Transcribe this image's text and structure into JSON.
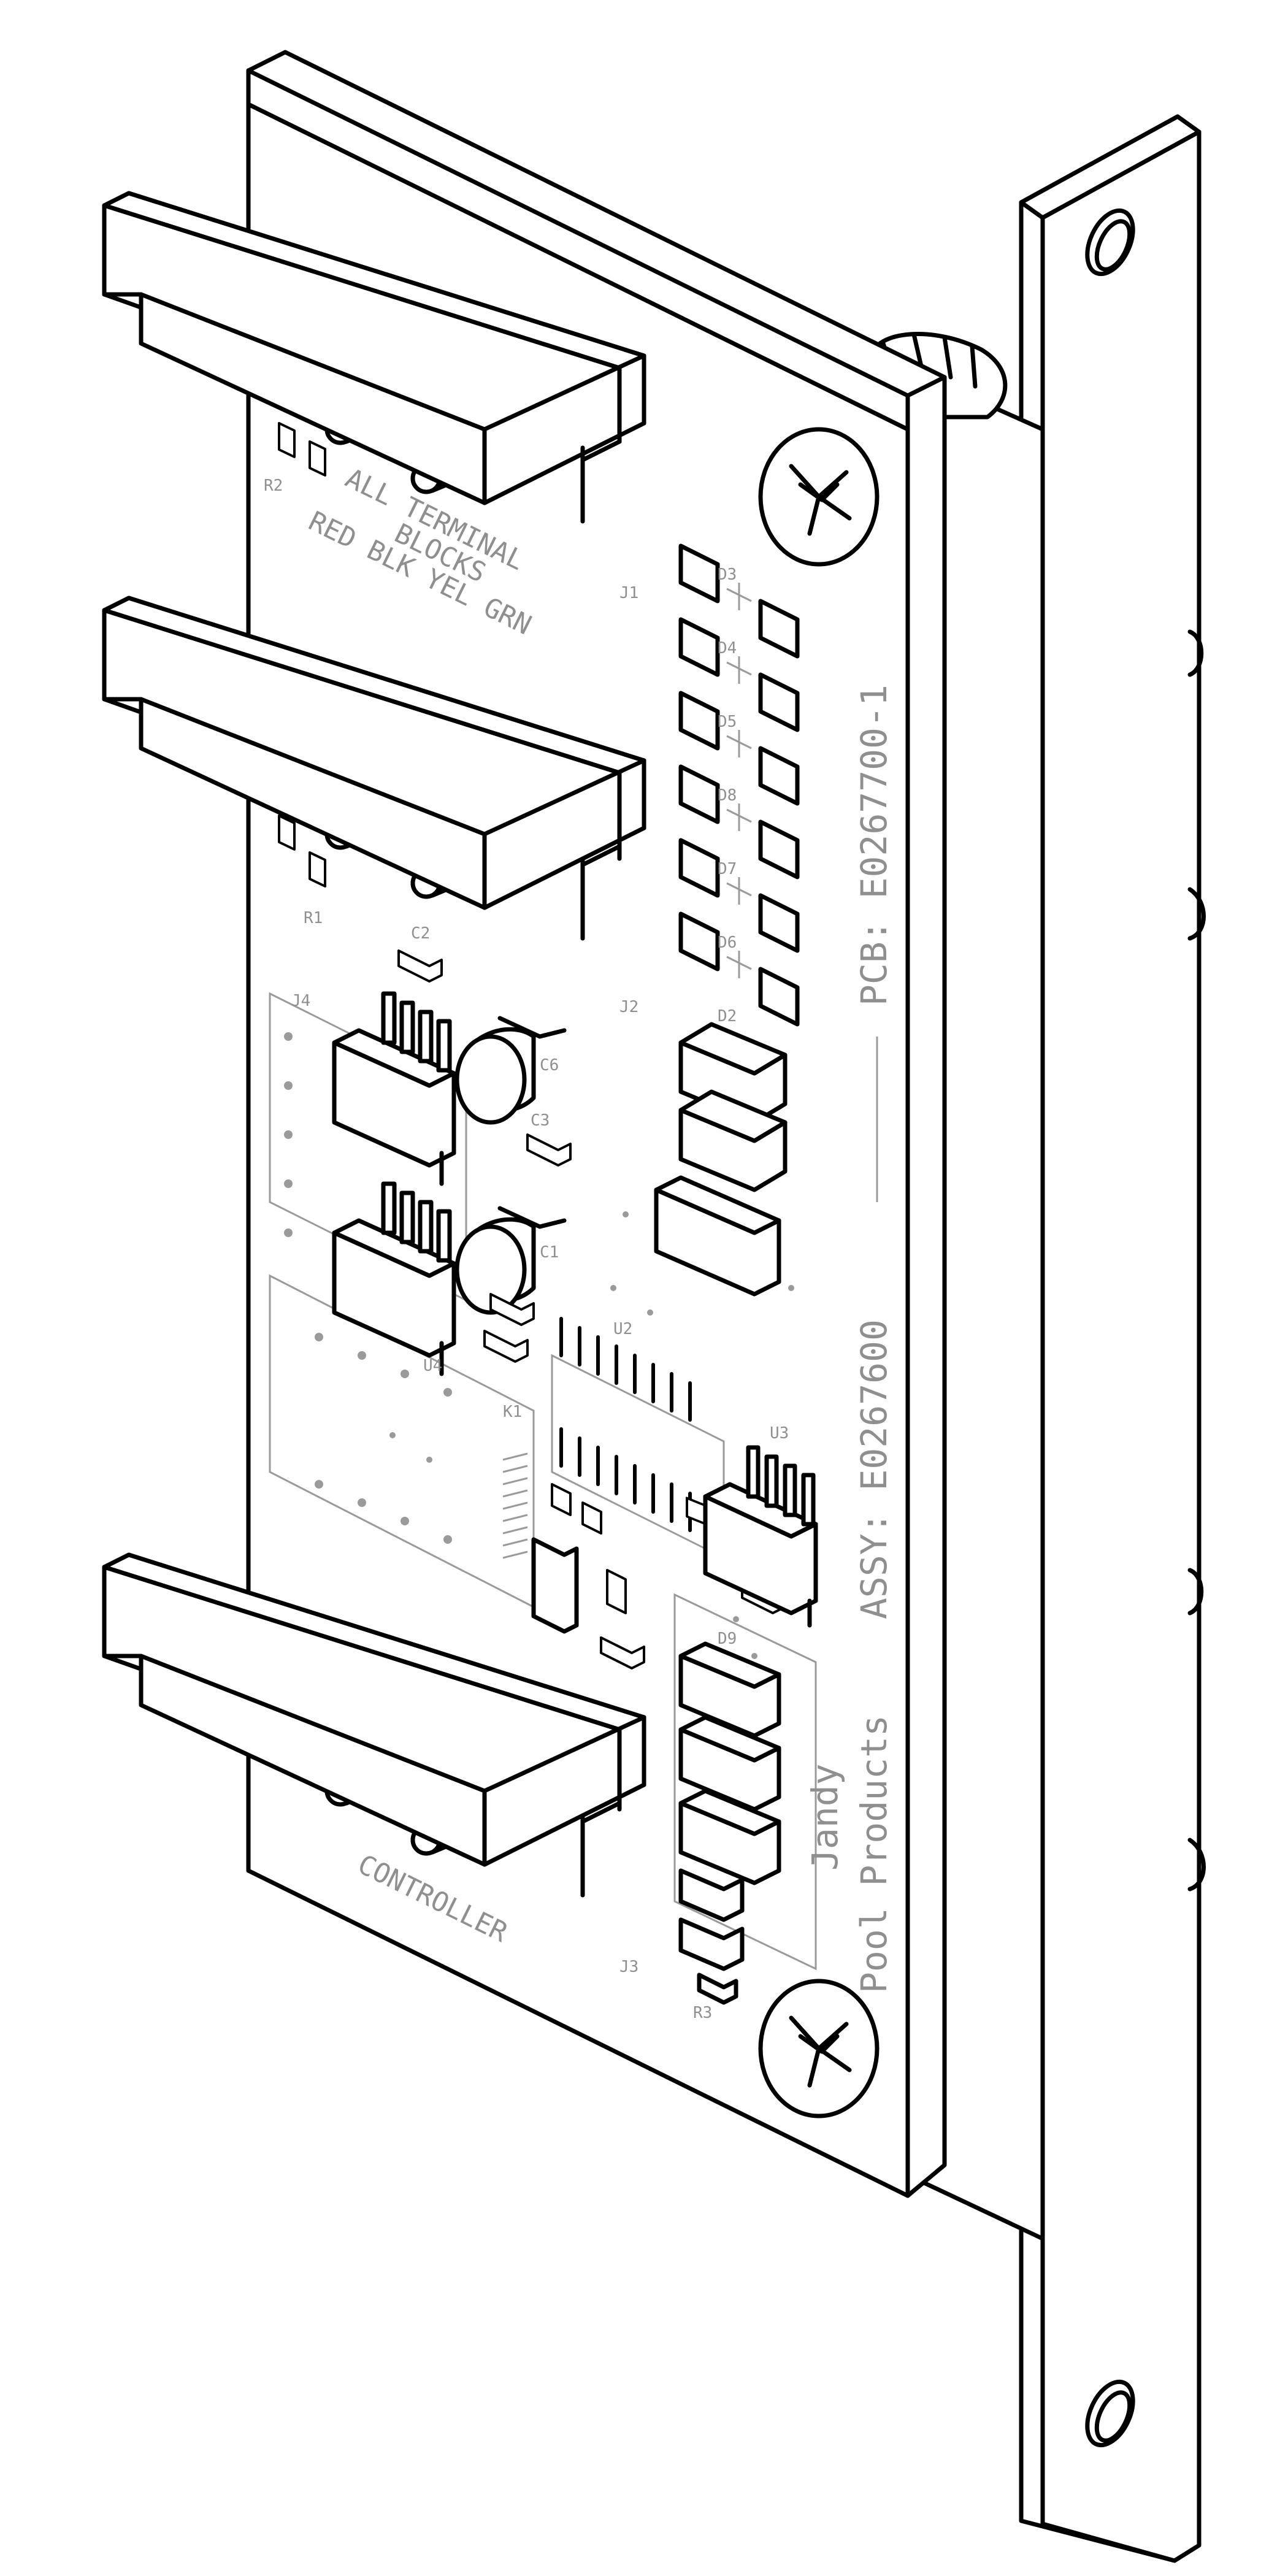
{
  "silkscreen": {
    "pcb_number": "PCB: E0267700-1",
    "assy_number": "ASSY: E0267600",
    "brand_line1": "Jandy",
    "brand_line2": "Pool Products",
    "terminal_note_1": "ALL  TERMINAL",
    "terminal_note_2": "BLOCKS",
    "terminal_note_3": "RED  BLK  YEL  GRN",
    "bottom_label": "CONTROLLER",
    "connectors": [
      "J1",
      "J2",
      "J3",
      "J4"
    ],
    "diodes": [
      "D3",
      "D4",
      "D5",
      "D8",
      "D7",
      "D6",
      "D2",
      "D9"
    ],
    "resistors": [
      "R2",
      "R1",
      "R3"
    ],
    "capacitors": [
      "C2",
      "C3",
      "C6",
      "C1"
    ],
    "chips": [
      "U2",
      "U3",
      "U4",
      "K1"
    ]
  },
  "colors": {
    "outline": "#000000",
    "silkscreen": "#9a9a9a",
    "background": "#ffffff"
  }
}
